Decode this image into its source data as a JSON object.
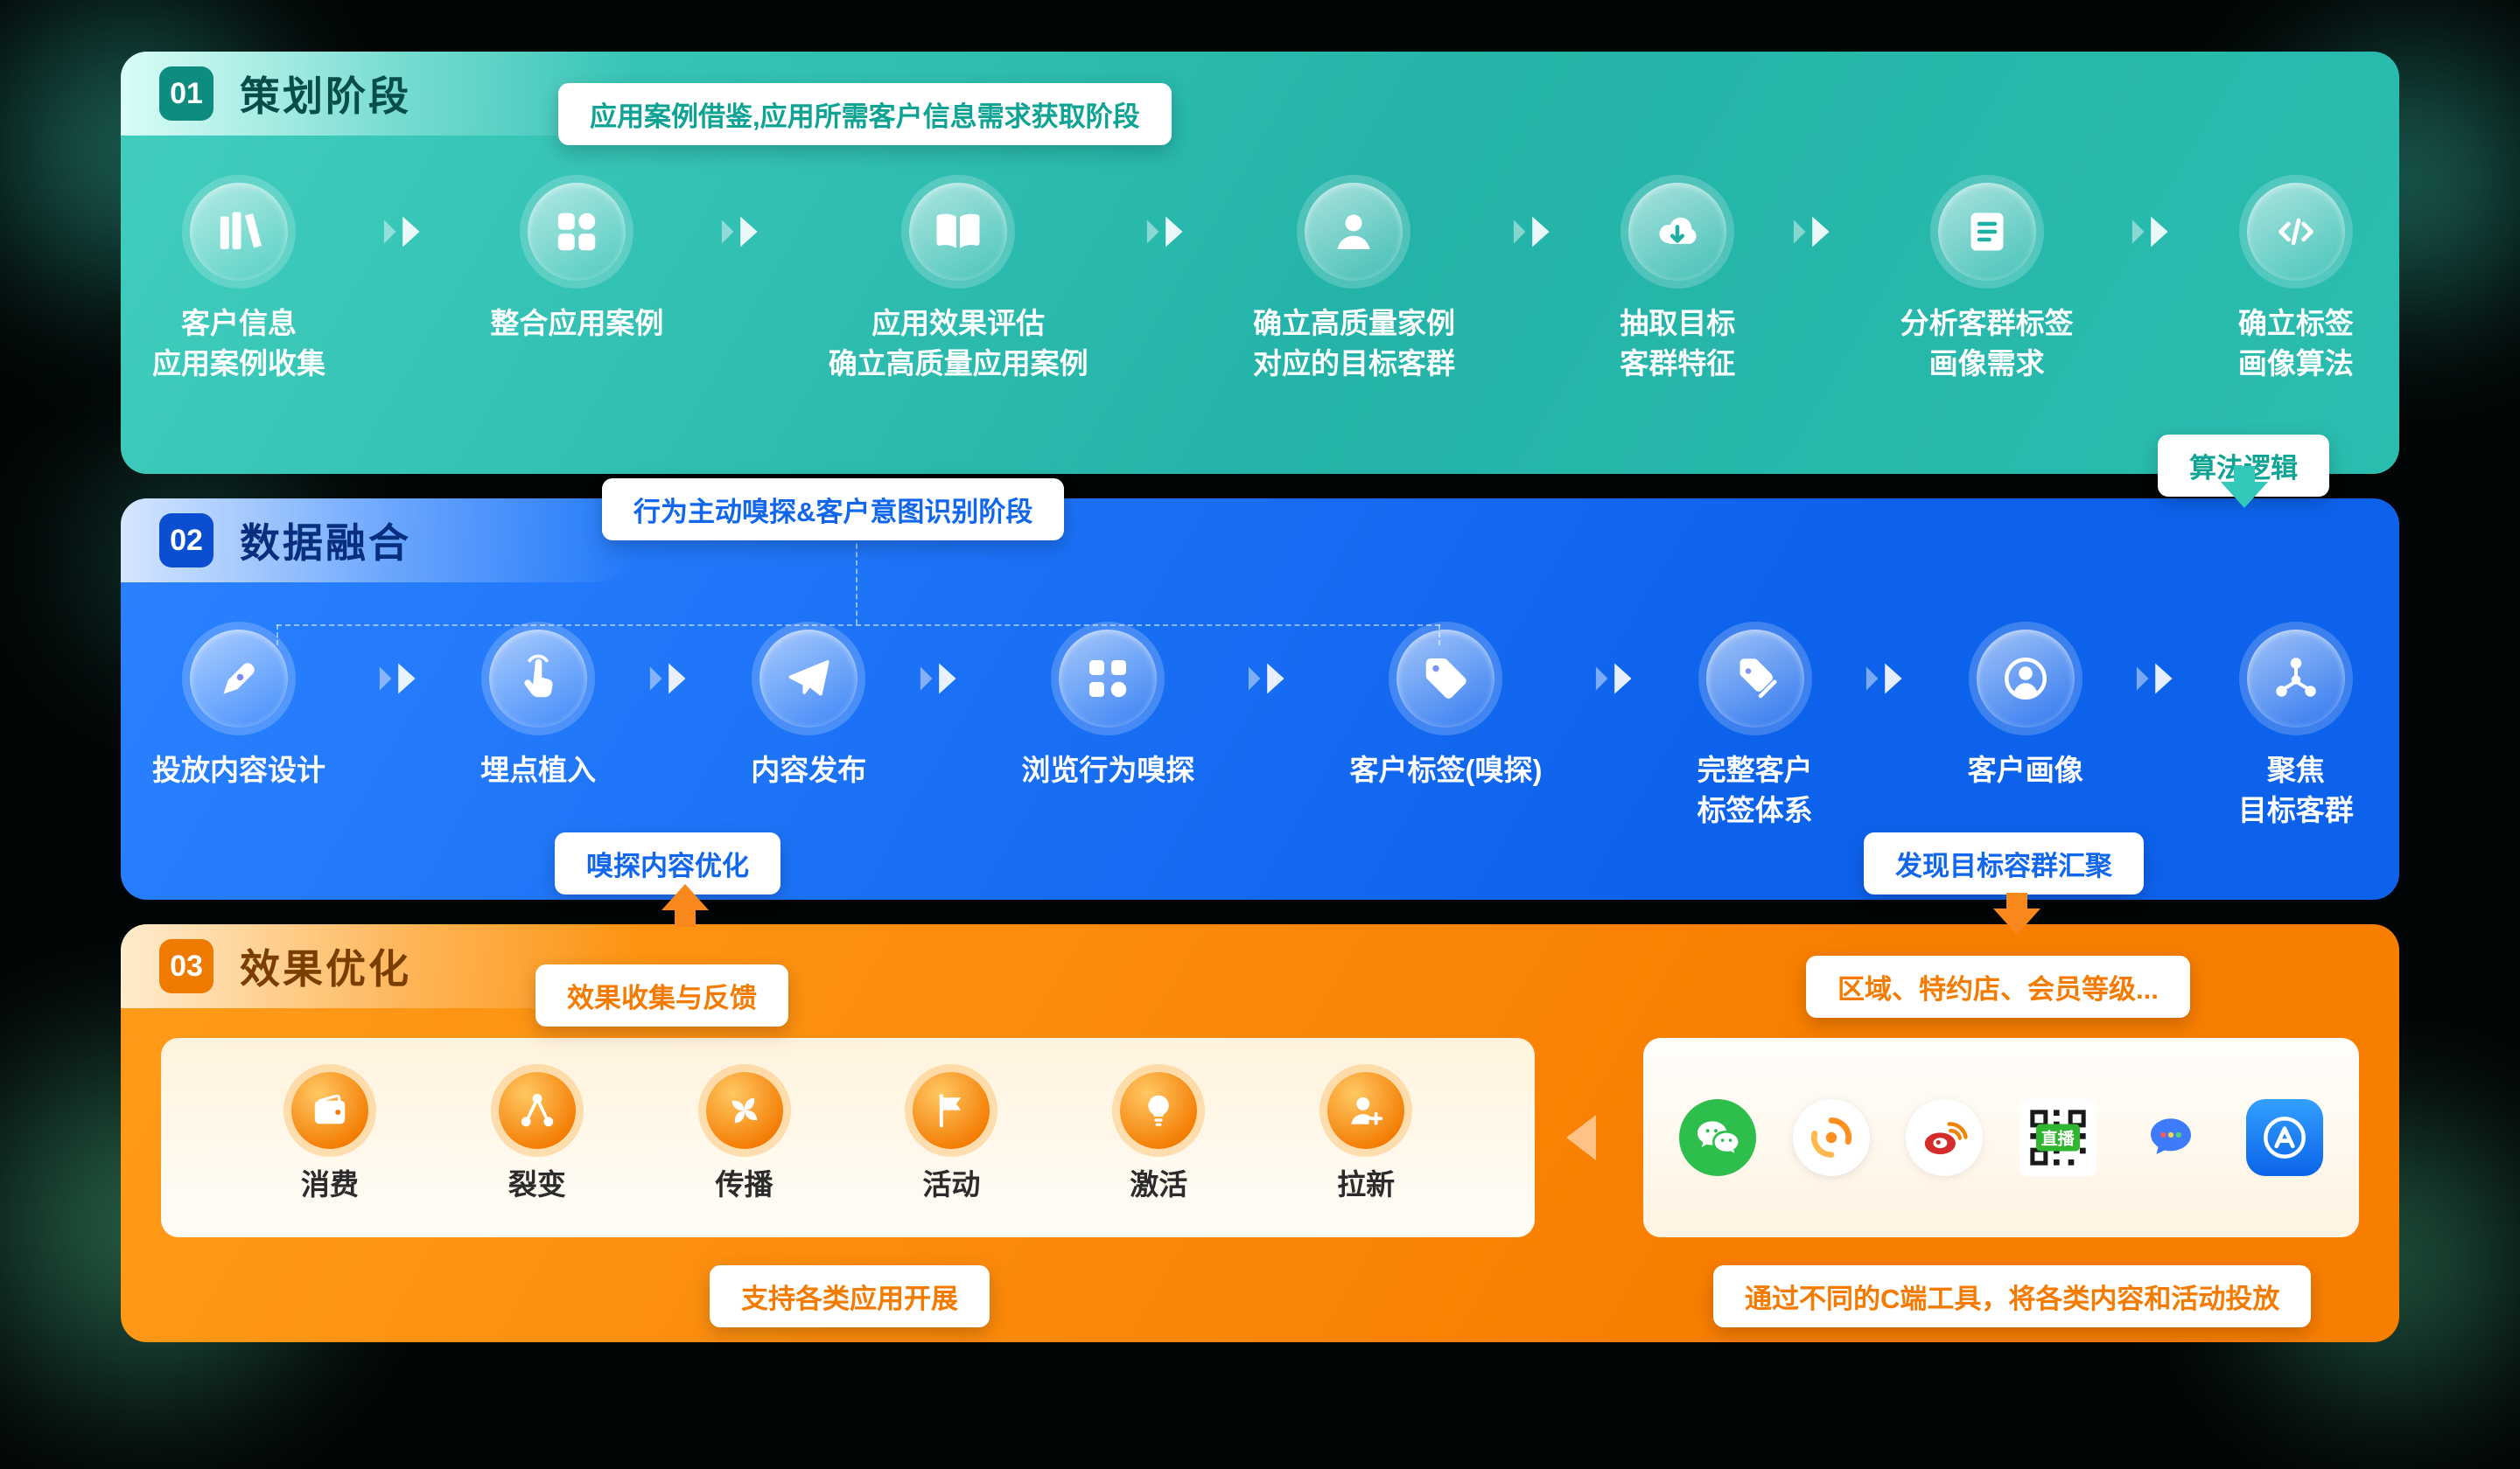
{
  "phases": {
    "p1": {
      "number": "01",
      "title": "策划阶段",
      "banner": "应用案例借鉴,应用所需客户信息需求获取阶段",
      "steps": [
        {
          "icon": "books-icon",
          "lines": [
            "客户信息",
            "应用案例收集"
          ]
        },
        {
          "icon": "modules-icon",
          "lines": [
            "整合应用案例"
          ]
        },
        {
          "icon": "open-book-icon",
          "lines": [
            "应用效果评估",
            "确立高质量应用案例"
          ]
        },
        {
          "icon": "user-icon",
          "lines": [
            "确立高质量家例",
            "对应的目标客群"
          ]
        },
        {
          "icon": "cloud-download-icon",
          "lines": [
            "抽取目标",
            "客群特征"
          ]
        },
        {
          "icon": "document-icon",
          "lines": [
            "分析客群标签",
            "画像需求"
          ]
        },
        {
          "icon": "code-icon",
          "lines": [
            "确立标签",
            "画像算法"
          ]
        }
      ],
      "bridge_badge": "算法逻辑"
    },
    "p2": {
      "number": "02",
      "title": "数据融合",
      "banner": "行为主动嗅探&客户意图识别阶段",
      "steps": [
        {
          "icon": "pen-icon",
          "lines": [
            "投放内容设计"
          ]
        },
        {
          "icon": "touch-icon",
          "lines": [
            "埋点植入"
          ]
        },
        {
          "icon": "send-icon",
          "lines": [
            "内容发布"
          ]
        },
        {
          "icon": "browse-icon",
          "lines": [
            "浏览行为嗅探"
          ]
        },
        {
          "icon": "tag-icon",
          "lines": [
            "客户标签(嗅探)"
          ]
        },
        {
          "icon": "tags-icon",
          "lines": [
            "完整客户",
            "标签体系"
          ]
        },
        {
          "icon": "portrait-icon",
          "lines": [
            "客户画像"
          ]
        },
        {
          "icon": "network-icon",
          "lines": [
            "聚焦",
            "目标客群"
          ]
        }
      ],
      "optimize_badge": "嗅探内容优化",
      "gather_badge": "发现目标容群汇聚"
    },
    "p3": {
      "number": "03",
      "title": "效果优化",
      "feedback_badge": "效果收集与反馈",
      "region_badge": "区域、特约店、会员等级...",
      "apps": [
        {
          "icon": "wallet-icon",
          "label": "消费"
        },
        {
          "icon": "split-icon",
          "label": "裂变"
        },
        {
          "icon": "fan-icon",
          "label": "传播"
        },
        {
          "icon": "flag-icon",
          "label": "活动"
        },
        {
          "icon": "bulb-icon",
          "label": "激活"
        },
        {
          "icon": "user-add-icon",
          "label": "拉新"
        }
      ],
      "apps_footer": "支持各类应用开展",
      "channels": [
        {
          "name": "wechat"
        },
        {
          "name": "wechat-channels"
        },
        {
          "name": "weibo"
        },
        {
          "name": "live-qr",
          "label": "直播"
        },
        {
          "name": "chat-app"
        },
        {
          "name": "app-store"
        }
      ],
      "channels_footer": "通过不同的C端工具，将各类内容和活动投放"
    }
  },
  "colors": {
    "phase1": "#2CBDB0",
    "phase2": "#0F6BF0",
    "phase3": "#FA8A00"
  }
}
